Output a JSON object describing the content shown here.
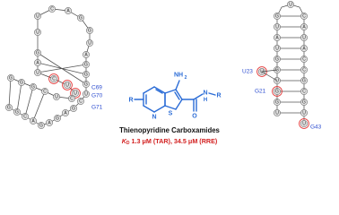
{
  "colors": {
    "bead_fill": "#e3e3e3",
    "bead_stroke": "#6a6a6a",
    "label_blue": "#2f4fd0",
    "highlight_red": "#e33636",
    "molecule_blue": "#2b6cd6",
    "kd_red": "#d21e1e"
  },
  "tar": {
    "strand_5p": [
      "G",
      "G",
      "C",
      "A",
      "G",
      "A",
      "G",
      "A",
      "G",
      "C",
      "U",
      "G",
      "G",
      "G",
      "A"
    ],
    "strand_3p": [
      "G",
      "A",
      "U",
      "C",
      "U",
      "U",
      "C",
      "U",
      "C",
      "G",
      "G",
      "G"
    ],
    "highlights": [
      {
        "base": "C",
        "label": "C69"
      },
      {
        "base": "G",
        "label": "G70"
      },
      {
        "base": "G",
        "label": "G71"
      }
    ]
  },
  "rre": {
    "left_strand": [
      "G",
      "U",
      "A",
      "U",
      "G",
      "G",
      "U",
      "G",
      "G",
      "U"
    ],
    "right_strand": [
      "C",
      "A",
      "U",
      "A",
      "C",
      "C",
      "G",
      "C",
      "G",
      "U",
      "U"
    ],
    "highlights": [
      {
        "base": "U",
        "label": "U23"
      },
      {
        "base": "G",
        "label": "G21"
      },
      {
        "base": "G",
        "label": "G43"
      }
    ]
  },
  "molecule": {
    "substituent_top": "NH",
    "substituent_top_sub": "2",
    "carbonyl": "O",
    "amide_n": "N",
    "amide_h": "H",
    "r_right": "R",
    "r_left": "R",
    "ring_s": "S",
    "ring_n": "N"
  },
  "caption": {
    "title": "Thienopyridine Carboxamides",
    "kd_symbol": "K",
    "kd_sub": "D",
    "kd_values": " 1.3 μM (TAR), 34.5 μM (RRE)"
  }
}
